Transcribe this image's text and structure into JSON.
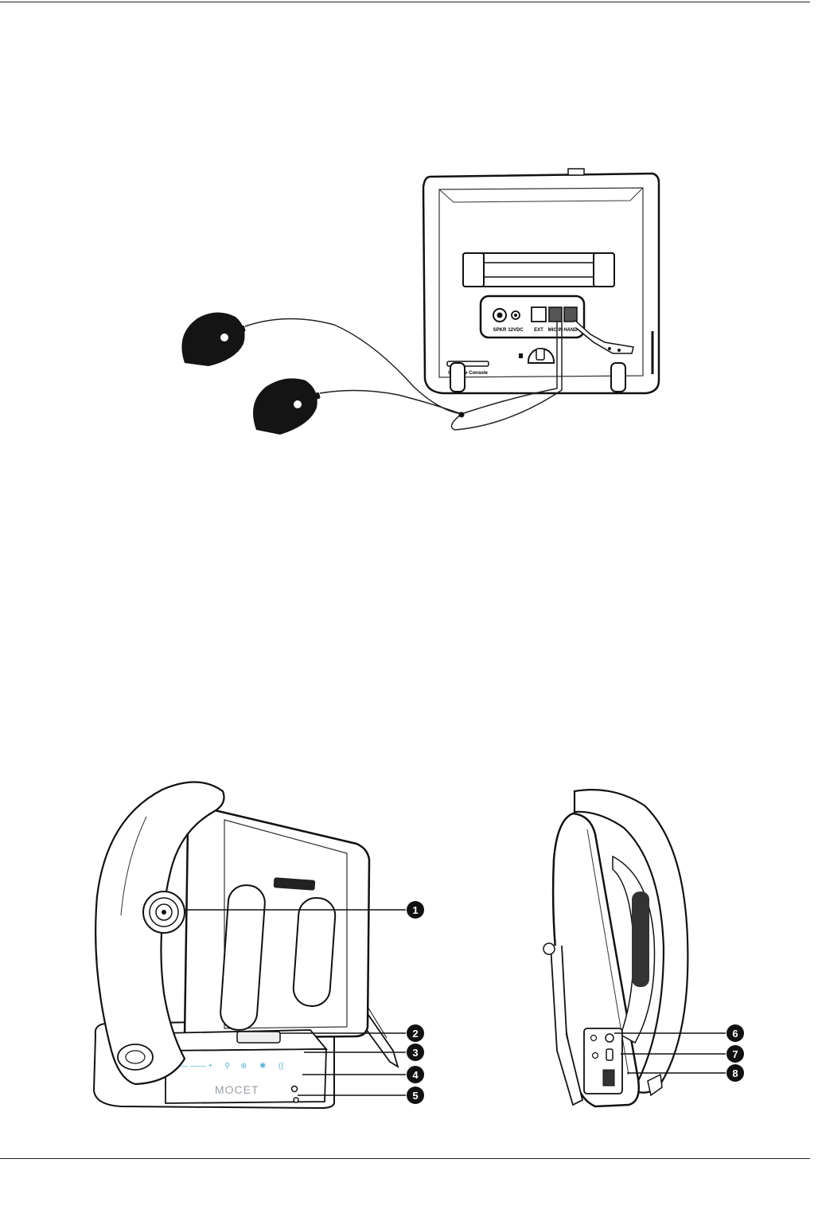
{
  "top_figure": {
    "port_labels": [
      "SPKR",
      "12VDC",
      "EXT",
      "MIC IN",
      "HAND"
    ],
    "console_label": "Upgrade Console"
  },
  "bottom_figure": {
    "brand": "MOCET",
    "callouts": [
      "1",
      "2",
      "3",
      "4",
      "5",
      "6",
      "7",
      "8"
    ]
  }
}
